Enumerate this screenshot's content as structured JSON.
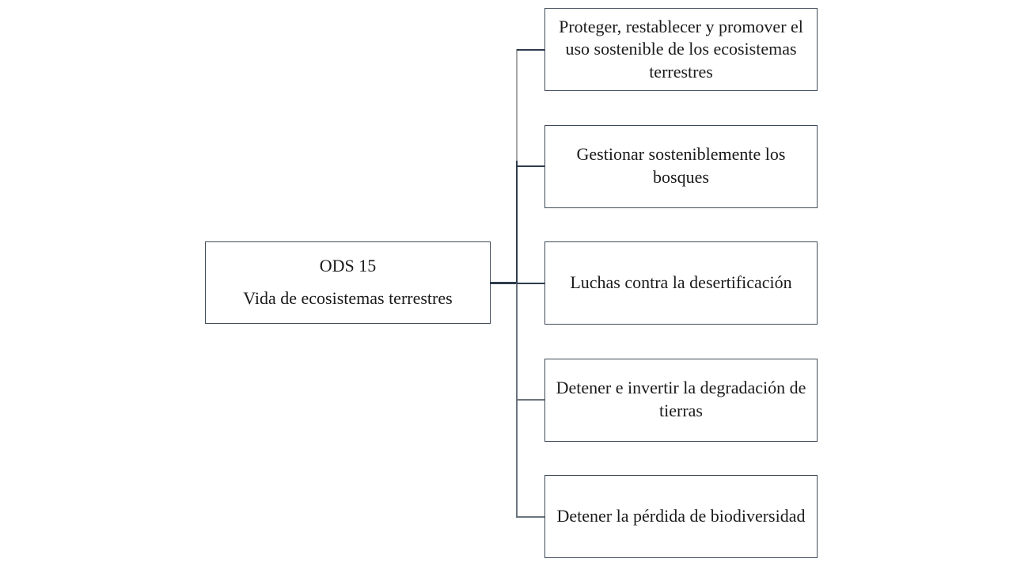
{
  "diagram": {
    "type": "hierarchy",
    "root": {
      "title": "ODS 15",
      "subtitle": "Vida de ecosistemas terrestres"
    },
    "children": [
      {
        "label": "Proteger, restablecer y promover el uso sostenible de los ecosistemas terrestres"
      },
      {
        "label": "Gestionar sosteniblemente los bosques"
      },
      {
        "label": "Luchas contra la desertificación"
      },
      {
        "label": "Detener e invertir la degradación de tierras"
      },
      {
        "label": "Detener la pérdida de biodiversidad"
      }
    ],
    "colors": {
      "background": "#ffffff",
      "box_border": "#3f4b59",
      "box_fill": "#ffffff",
      "text": "#1b1b1b",
      "connector_dark": "#2e3b4c",
      "connector_medium": "#6c757d",
      "connector_light": "#a7a7a7"
    }
  }
}
